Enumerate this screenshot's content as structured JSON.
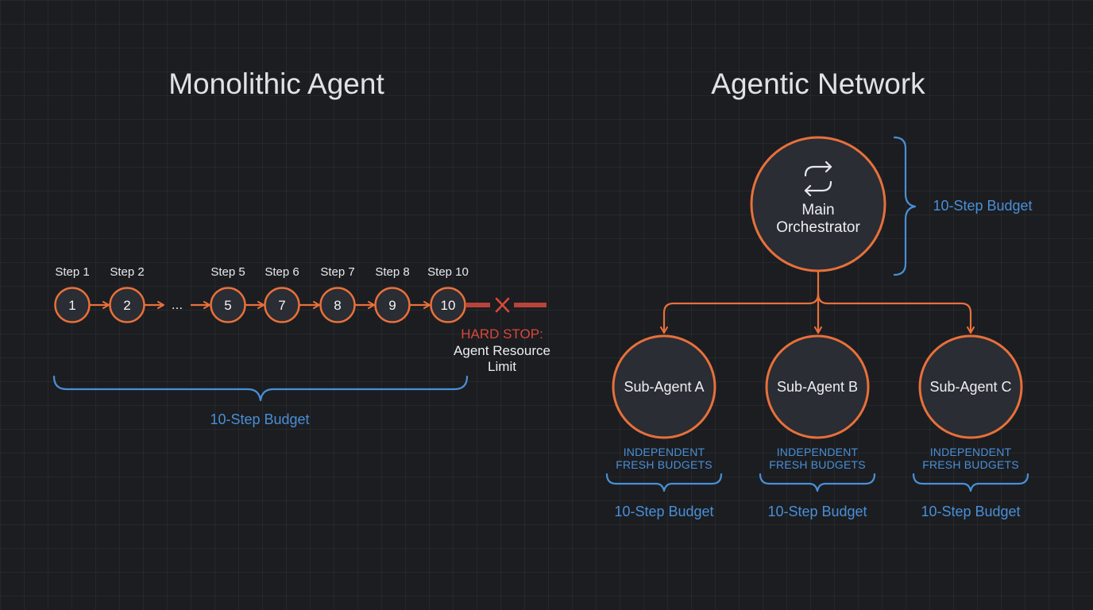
{
  "left_panel": {
    "title": "Monolithic Agent",
    "step_labels": [
      "Step 1",
      "Step 2",
      "Step 5",
      "Step 6",
      "Step 7",
      "Step 8",
      "Step 10"
    ],
    "nodes": [
      "1",
      "2",
      "5",
      "7",
      "8",
      "9",
      "10"
    ],
    "ellipsis": "...",
    "hard_stop_label": "HARD STOP:",
    "hard_stop_line1": "Agent Resource",
    "hard_stop_line2": "Limit",
    "budget_label": "10-Step Budget"
  },
  "right_panel": {
    "title": "Agentic Network",
    "orchestrator_line1": "Main",
    "orchestrator_line2": "Orchestrator",
    "orchestrator_budget": "10-Step Budget",
    "sub_agents": [
      {
        "name": "Sub-Agent A",
        "caption1": "INDEPENDENT",
        "caption2": "FRESH BUDGETS",
        "budget": "10-Step Budget"
      },
      {
        "name": "Sub-Agent B",
        "caption1": "INDEPENDENT",
        "caption2": "FRESH BUDGETS",
        "budget": "10-Step Budget"
      },
      {
        "name": "Sub-Agent C",
        "caption1": "INDEPENDENT",
        "caption2": "FRESH BUDGETS",
        "budget": "10-Step Budget"
      }
    ]
  },
  "colors": {
    "background": "#1b1d21",
    "node_fill": "#2a2d33",
    "node_stroke": "#e8703a",
    "arrow": "#e8703a",
    "budget_blue": "#4a8fd6",
    "stop_red": "#d9483b",
    "stop_bar": "#b8433a",
    "text": "#eceef1"
  },
  "icons": {
    "orchestrator_icon": "repeat-cycle-icon",
    "stop_icon": "x-mark-icon"
  }
}
